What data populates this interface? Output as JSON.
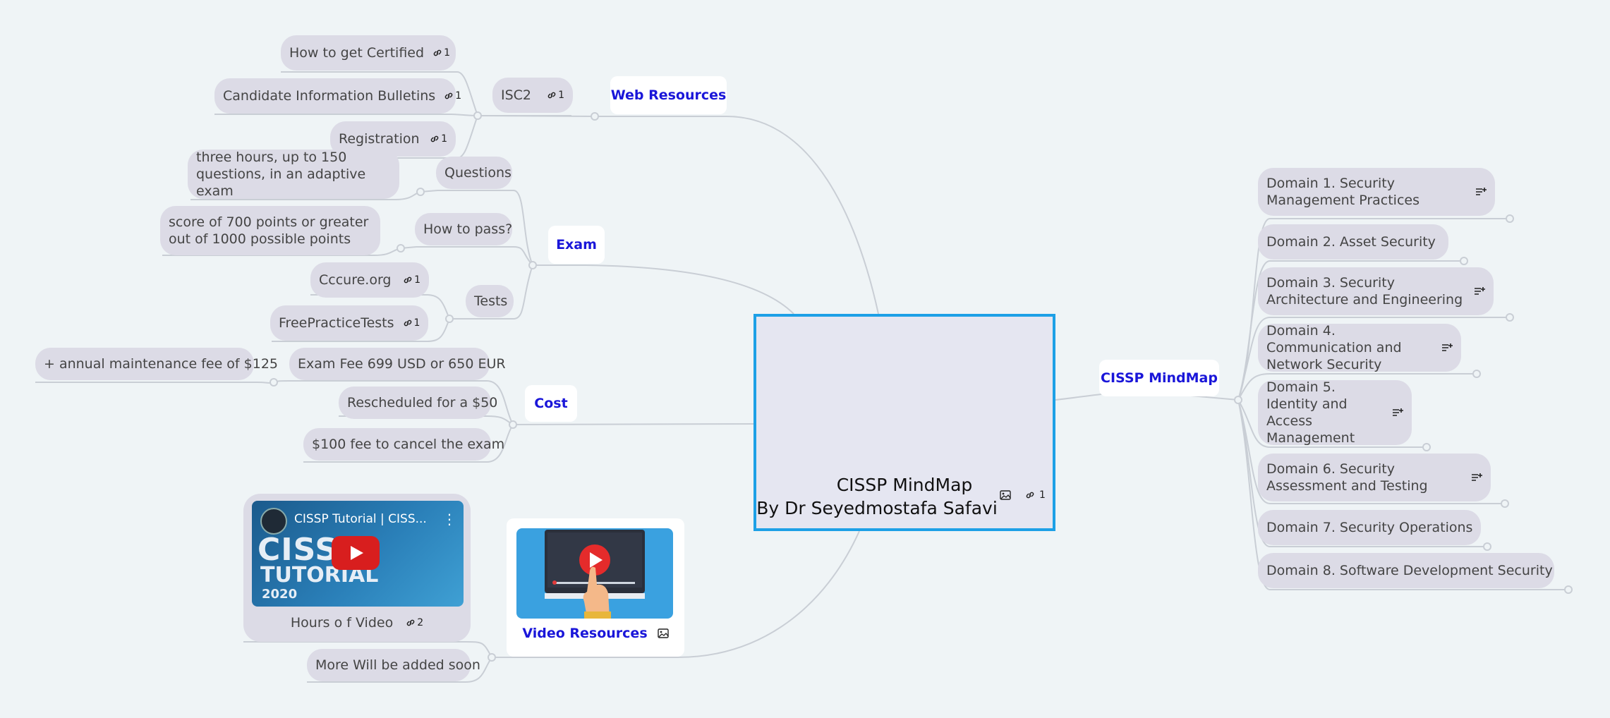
{
  "central": {
    "title_line1": "CISSP MindMap",
    "title_line2": "By Dr Seyedmostafa Safavi",
    "link_count": "1"
  },
  "right": {
    "label": "CISSP MindMap",
    "domains": [
      "Domain 1. Security Management Practices",
      "Domain 2. Asset Security",
      "Domain 3. Security Architecture and Engineering",
      "Domain 4. Communication and Network Security",
      "Domain 5.  Identity and  Access Management",
      "Domain 6. Security Assessment and Testing",
      "Domain 7. Security Operations",
      "Domain 8. Software Development Security"
    ]
  },
  "web": {
    "label": "Web Resources",
    "isc2": {
      "label": "ISC2",
      "links": "1"
    },
    "items": [
      {
        "label": "How to get Certified",
        "links": "1"
      },
      {
        "label": "Candidate Information Bulletins",
        "links": "1"
      },
      {
        "label": "Registration",
        "links": "1"
      }
    ]
  },
  "exam": {
    "label": "Exam",
    "questions": "Questions",
    "questions_detail": "three hours, up to 150 questions, in an adaptive exam",
    "how_to_pass": "How to pass?",
    "pass_detail": "score of 700 points or greater out of 1000 possible points",
    "tests": "Tests",
    "cccure": {
      "label": "Cccure.org",
      "links": "1"
    },
    "freetests": {
      "label": "FreePracticeTests",
      "links": "1"
    }
  },
  "cost": {
    "label": "Cost",
    "fee": "Exam Fee 699 USD or 650 EUR",
    "maintenance": "+ annual maintenance fee of $125",
    "reschedule": "Rescheduled for a $50",
    "cancel": "$100 fee to cancel the exam"
  },
  "video": {
    "label": "Video Resources",
    "hours": {
      "label": "Hours o f Video",
      "links": "2"
    },
    "thumb_title": "CISSP Tutorial | CISS...",
    "thumb_big1": "CISSP",
    "thumb_big2": "TUTORIAL",
    "thumb_year": "2020",
    "more": "More Will be added soon"
  },
  "colors": {
    "accent": "#1a16d9",
    "central_border": "#1da0e6",
    "node_bg": "#dcdbe6",
    "line": "#c7ccd3"
  }
}
